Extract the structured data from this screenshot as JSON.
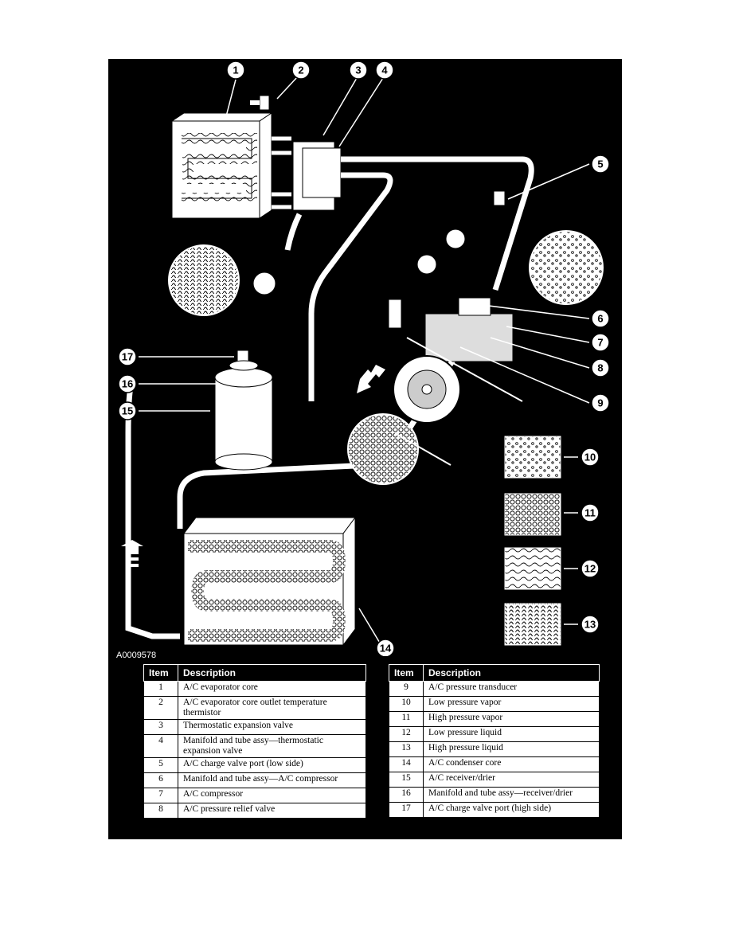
{
  "figure_id": "A0009578",
  "callouts": [
    "1",
    "2",
    "3",
    "4",
    "5",
    "6",
    "7",
    "8",
    "9",
    "10",
    "11",
    "12",
    "13",
    "14",
    "15",
    "16",
    "17"
  ],
  "legend_left": {
    "header_item": "Item",
    "header_desc": "Description",
    "rows": [
      {
        "item": "1",
        "desc": "A/C evaporator core"
      },
      {
        "item": "2",
        "desc": "A/C evaporator core outlet temperature thermistor"
      },
      {
        "item": "3",
        "desc": "Thermostatic expansion valve"
      },
      {
        "item": "4",
        "desc": "Manifold and tube assy—thermostatic expansion valve"
      },
      {
        "item": "5",
        "desc": "A/C charge valve port (low side)"
      },
      {
        "item": "6",
        "desc": "Manifold and tube assy—A/C compressor"
      },
      {
        "item": "7",
        "desc": "A/C compressor"
      },
      {
        "item": "8",
        "desc": "A/C pressure relief valve"
      }
    ]
  },
  "legend_right": {
    "header_item": "Item",
    "header_desc": "Description",
    "rows": [
      {
        "item": "9",
        "desc": "A/C pressure transducer"
      },
      {
        "item": "10",
        "desc": "Low pressure vapor"
      },
      {
        "item": "11",
        "desc": "High pressure vapor"
      },
      {
        "item": "12",
        "desc": "Low pressure liquid"
      },
      {
        "item": "13",
        "desc": "High pressure liquid"
      },
      {
        "item": "14",
        "desc": "A/C condenser core"
      },
      {
        "item": "15",
        "desc": "A/C receiver/drier"
      },
      {
        "item": "16",
        "desc": "Manifold and tube assy—receiver/drier"
      },
      {
        "item": "17",
        "desc": "A/C charge valve port (high side)"
      }
    ]
  }
}
